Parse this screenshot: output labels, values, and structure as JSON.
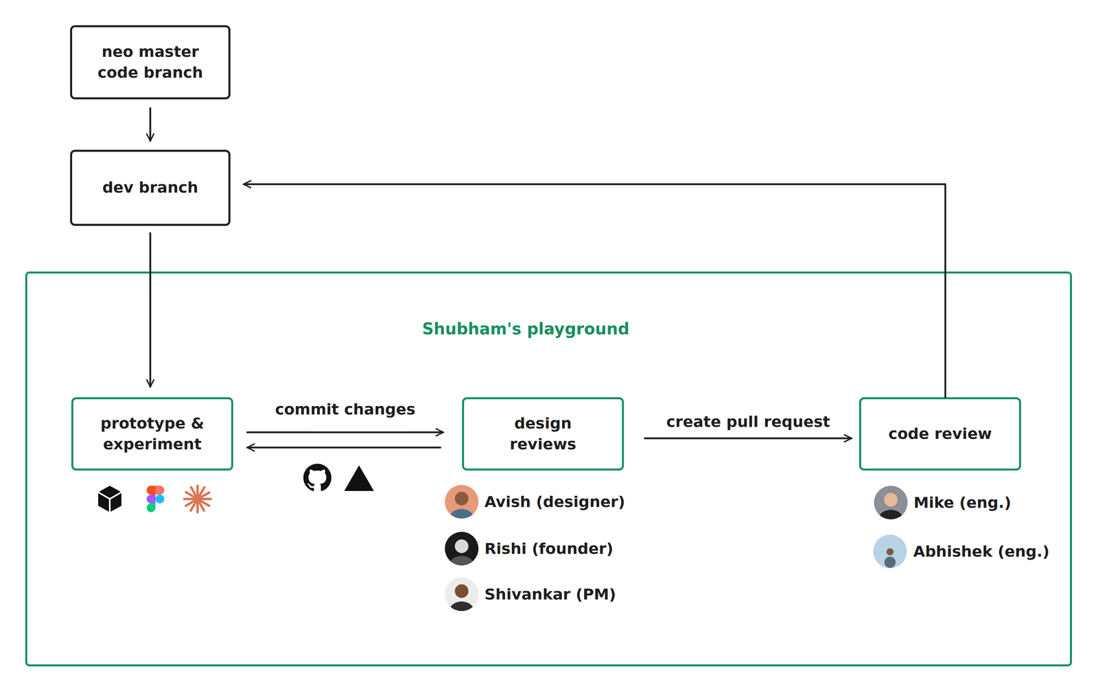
{
  "diagram": {
    "nodes": [
      {
        "text": [
          "neo master code branch"
        ]
      },
      {
        "text": [
          "dev branch"
        ]
      },
      {
        "text": [
          "Shubham's playground"
        ]
      },
      {
        "text": [
          "prototype & experiment"
        ],
        "in": 2
      },
      {
        "text": [
          "design reviews"
        ],
        "in": 2
      },
      {
        "text": [
          "code review"
        ],
        "in": 2
      }
    ],
    "edges": [
      {
        "from": 0,
        "to": 1,
        "arrow": "to"
      },
      {
        "from": 1,
        "to": 3,
        "arrow": "to"
      },
      {
        "from": 3,
        "to": 4,
        "label": "commit changes",
        "arrow": "to"
      },
      {
        "from": 4,
        "to": 3,
        "arrow": "to"
      },
      {
        "from": 4,
        "to": 5,
        "label": "create pull request",
        "arrow": "to"
      },
      {
        "from": 5,
        "to": 1,
        "arrow": "to"
      }
    ],
    "labels": [
      "Avish (designer)",
      "Rishi (founder)",
      "Shivankar (PM)",
      "Mike (eng.)",
      "Abhishek (eng.)"
    ]
  }
}
